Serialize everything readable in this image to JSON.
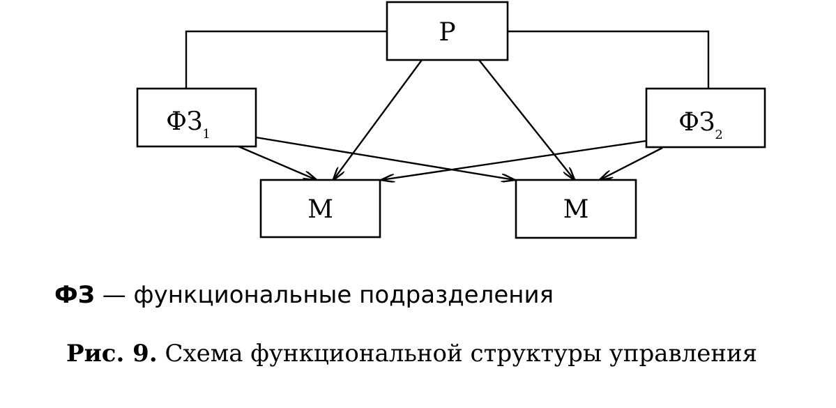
{
  "nodes": {
    "manager": {
      "label": "Р"
    },
    "func1": {
      "label": "ФЗ",
      "subscript": "1"
    },
    "func2": {
      "label": "ФЗ",
      "subscript": "2"
    },
    "performer1": {
      "label": "М"
    },
    "performer2": {
      "label": "М"
    }
  },
  "legend": {
    "key": "ФЗ",
    "dash": "—",
    "text": "функциональные подразделения"
  },
  "caption": {
    "label": "Рис. 9.",
    "text": "Схема функциональной структуры управления"
  }
}
